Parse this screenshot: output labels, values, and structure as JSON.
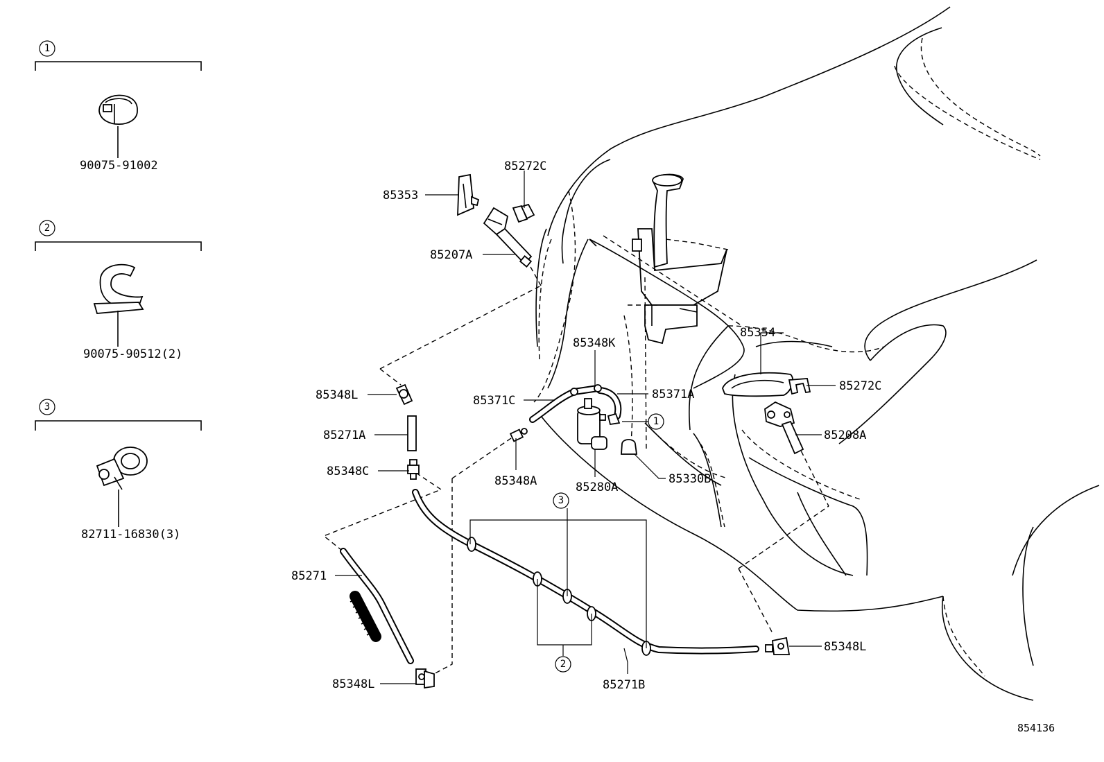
{
  "groups": [
    {
      "index": "1",
      "part": "90075-91002"
    },
    {
      "index": "2",
      "part": "90075-90512(2)"
    },
    {
      "index": "3",
      "part": "82711-16830(3)"
    }
  ],
  "labels": {
    "p85272C_top": "85272C",
    "p85353": "85353",
    "p85207A": "85207A",
    "p85348L_a": "85348L",
    "p85271A": "85271A",
    "p85348C": "85348C",
    "p85271": "85271",
    "p85348L_b": "85348L",
    "p85348K": "85348K",
    "p85371C": "85371C",
    "p85371A": "85371A",
    "p85348A": "85348A",
    "p85280A": "85280A",
    "p85330B": "85330B",
    "p85354": "85354",
    "p85272C_right": "85272C",
    "p85208A": "85208A",
    "p85348L_c": "85348L",
    "p85271B": "85271B"
  },
  "callouts": {
    "ref1": "1",
    "ref3": "3",
    "ref2": "2"
  },
  "diagram_code": "854136"
}
